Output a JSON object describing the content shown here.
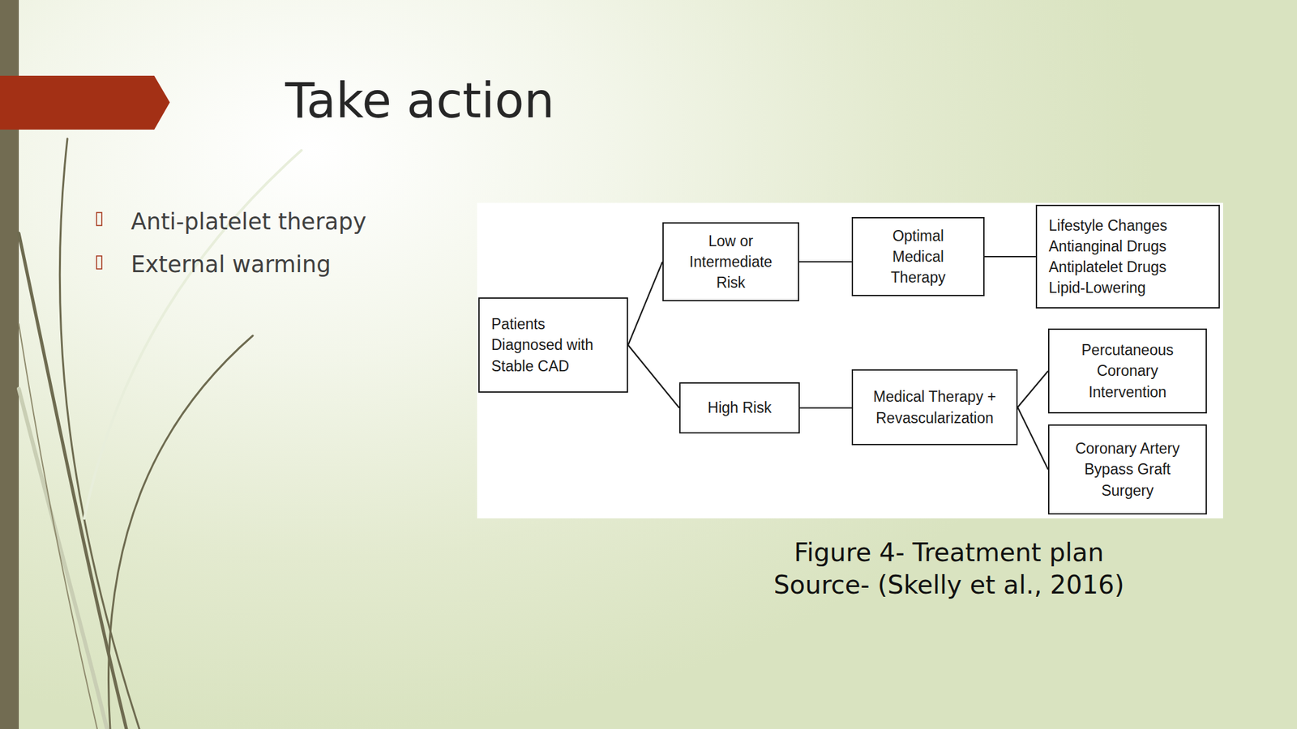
{
  "diagram": {
    "title": "Take action",
    "caption": "Figure 4- Treatment plan",
    "nodes": [
      {
        "text": [
          "Patients Diagnosed with Stable CAD"
        ]
      },
      {
        "text": [
          "Low or Intermediate Risk"
        ]
      },
      {
        "text": [
          "Optimal Medical Therapy"
        ]
      },
      {
        "text": [
          "Lifestyle Changes",
          "Antianginal Drugs",
          "Antiplatelet Drugs",
          "Lipid-Lowering"
        ]
      },
      {
        "text": [
          "High Risk"
        ]
      },
      {
        "text": [
          "Medical Therapy + Revascularization"
        ]
      },
      {
        "text": [
          "Percutaneous Coronary Intervention"
        ]
      },
      {
        "text": [
          "Coronary Artery Bypass Graft Surgery"
        ]
      }
    ],
    "edges": [
      {
        "from": 0,
        "to": 1,
        "arrow": "none"
      },
      {
        "from": 0,
        "to": 4,
        "arrow": "none"
      },
      {
        "from": 1,
        "to": 2,
        "arrow": "none"
      },
      {
        "from": 2,
        "to": 3,
        "arrow": "none"
      },
      {
        "from": 4,
        "to": 5,
        "arrow": "none"
      },
      {
        "from": 5,
        "to": 6,
        "arrow": "none"
      },
      {
        "from": 5,
        "to": 7,
        "arrow": "none"
      }
    ],
    "labels": [
      "Anti-platelet therapy",
      "External warming",
      "Source- (Skelly et al., 2016)"
    ]
  }
}
